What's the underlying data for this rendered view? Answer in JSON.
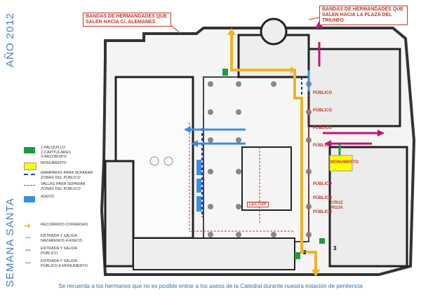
{
  "vertical_text": {
    "year": "AÑO 2012",
    "holy_week": "SEMANA SANTA"
  },
  "callouts": {
    "aleman": "BANDAS DE HERMANDADES QUE SALEN HACIA C/. ALEMANES",
    "triunfo": "BANDAS DE HERMANDADES QUE SALEN HACIA LA PLAZA DEL TRIUNFO"
  },
  "zone_labels": [
    "PÚBLICO",
    "PÚBLICO",
    "PÚBLICO",
    "PÚBLICO",
    "PÚBLICO",
    "PÚBLICO",
    "PÚBLICO"
  ],
  "monument_label": "MONUMENTO",
  "cruz_roja": "CRUZ ROJA",
  "lector": "LECTOR",
  "numbers": [
    "2",
    "3"
  ],
  "legend": [
    {
      "icon": "palquillo-swatch",
      "text": "1-PALQUILLO\n2-CAPITULARES\n3-ARZOBISPO",
      "color": "#1f9a3f"
    },
    {
      "icon": "monument-swatch",
      "text": "MONUMENTO",
      "color": "#ffff00"
    },
    {
      "icon": "blue-dashed-icon",
      "text": "MAMPARAS PARA SEPARAR\nZONAS DEL PÚBLICO",
      "color": "#1f3fa8"
    },
    {
      "icon": "red-dashed-icon",
      "text": "VALLAS PARA SEPARAR\nZONAS DEL PÚBLICO",
      "color": "#c0392b"
    },
    {
      "icon": "aseos-swatch",
      "text": "ASEOS",
      "color": "#3a8ee6"
    },
    {
      "icon": "yellow-arrow-icon",
      "text": "RECORRIDO COFRADIAS",
      "color": "#f0b323"
    },
    {
      "icon": "blue-arrow-icon",
      "text": "ENTRADA Y SALIDA\nNAZARENOS A ASEOS",
      "color": "#3a8ee6"
    },
    {
      "icon": "magenta-arrow-icon",
      "text": "ENTRADA Y SALIDA\nPÚBLICO",
      "color": "#c2127a"
    },
    {
      "icon": "green-arrow-icon",
      "text": "ENTRADA Y SALIDA\nPÚBLICO A MONUMENTO",
      "color": "#1f9a3f"
    }
  ],
  "footer": "Se recuerda a los hermanos que no es posible entrar a los aseos de la Catedral durante nuestra estación de penitencia"
}
